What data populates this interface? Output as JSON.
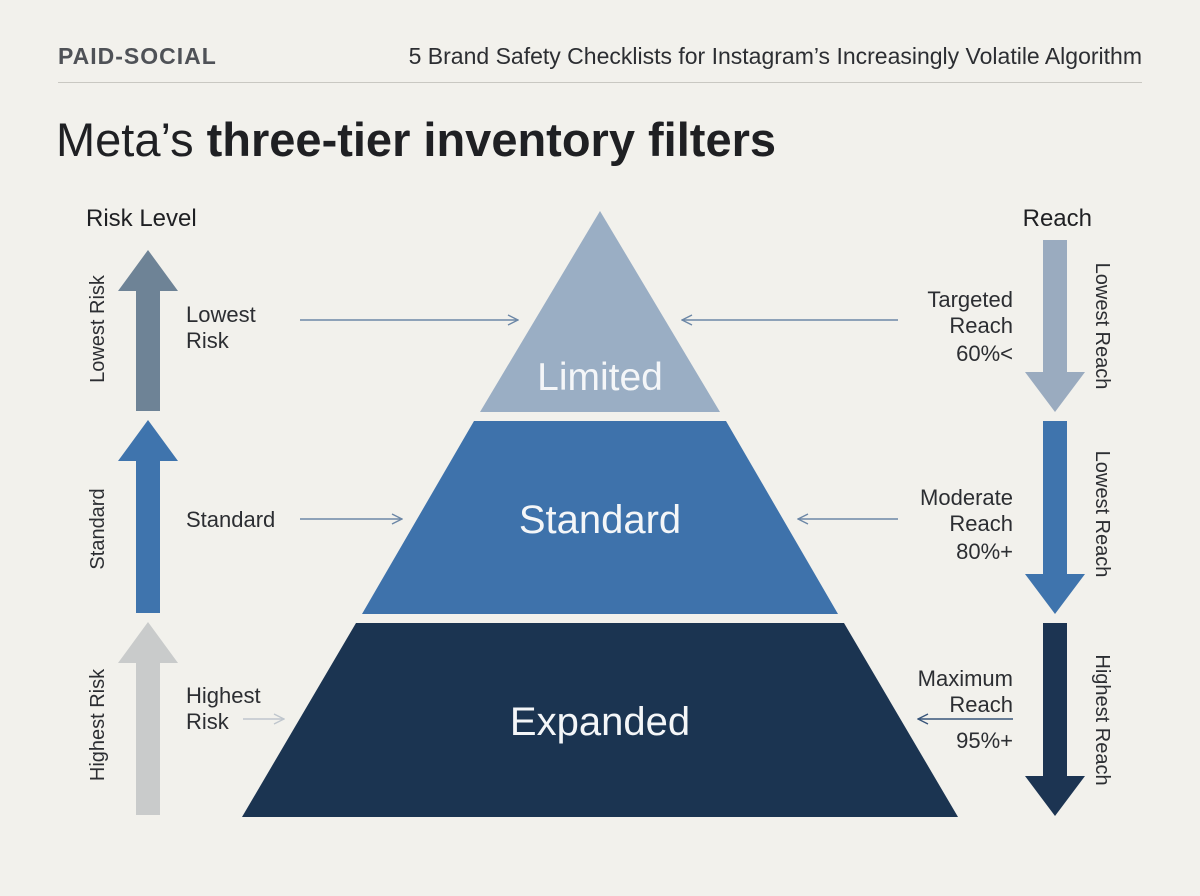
{
  "header": {
    "category": "PAID-SOCIAL",
    "article_title": "5 Brand Safety Checklists for Instagram’s Increasingly Volatile Algorithm"
  },
  "title": {
    "light": "Meta’s ",
    "bold": "three-tier inventory filters"
  },
  "left_axis": {
    "heading": "Risk Level",
    "arrows": [
      {
        "label": "Lowest Risk",
        "color": "#6e8396"
      },
      {
        "label": "Standard",
        "color": "#3f74ad"
      },
      {
        "label": "Highest Risk",
        "color": "#c9cbcb"
      }
    ]
  },
  "right_axis": {
    "heading": "Reach",
    "arrows": [
      {
        "label": "Lowest Reach",
        "color": "#9aabbf"
      },
      {
        "label": "Lowest Reach",
        "color": "#3f74ad"
      },
      {
        "label": "Highest Reach",
        "color": "#1c3452"
      }
    ]
  },
  "tiers": [
    {
      "name": "Limited",
      "color": "#9aaec4",
      "risk_label": [
        "Lowest",
        "Risk"
      ],
      "reach_label": [
        "Targeted",
        "Reach",
        "60%<"
      ]
    },
    {
      "name": "Standard",
      "color": "#3e72ab",
      "risk_label": [
        "Standard"
      ],
      "reach_label": [
        "Moderate",
        "Reach",
        "80%+"
      ]
    },
    {
      "name": "Expanded",
      "color": "#1b3451",
      "risk_label": [
        "Highest",
        "Risk"
      ],
      "reach_label": [
        "Maximum",
        "Reach",
        "95%+"
      ]
    }
  ]
}
